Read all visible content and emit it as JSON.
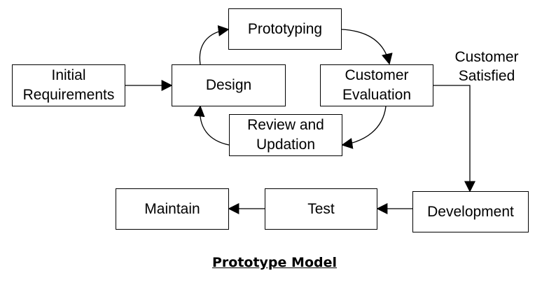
{
  "nodes": {
    "initial_requirements": {
      "line1": "Initial",
      "line2": "Requirements"
    },
    "design": {
      "label": "Design"
    },
    "prototyping": {
      "label": "Prototyping"
    },
    "customer_evaluation": {
      "line1": "Customer",
      "line2": "Evaluation"
    },
    "review_updation": {
      "line1": "Review and",
      "line2": "Updation"
    },
    "development": {
      "label": "Development"
    },
    "test": {
      "label": "Test"
    },
    "maintain": {
      "label": "Maintain"
    }
  },
  "edge_labels": {
    "customer_satisfied": {
      "line1": "Customer",
      "line2": "Satisfied"
    }
  },
  "caption": "Prototype Model"
}
